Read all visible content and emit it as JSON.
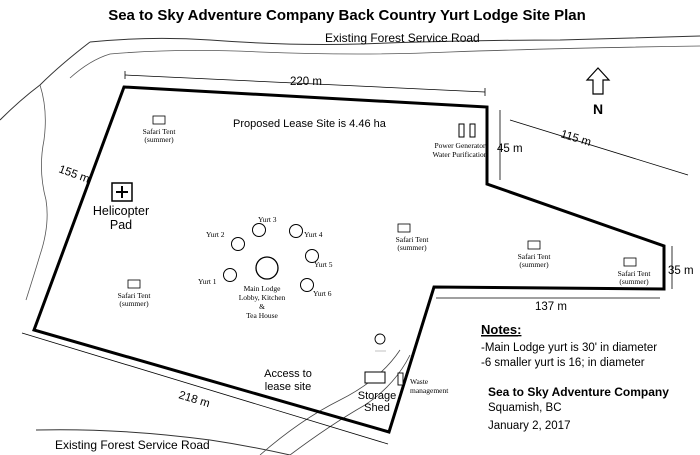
{
  "title": "Sea to Sky Adventure Company Back Country Yurt Lodge Site Plan",
  "roads": {
    "top": "Existing Forest Service Road",
    "bottom": "Existing Forest Service Road"
  },
  "dimensions": {
    "top": "220 m",
    "left": "155 m",
    "bottom_left": "218 m",
    "notch_right": "45 m",
    "notch_top": "115 m",
    "right": "35 m",
    "bottom_right": "137 m"
  },
  "north": "N",
  "lease_text": "Proposed Lease Site is 4.46 ha",
  "helicopter": {
    "line1": "Helicopter",
    "line2": "Pad"
  },
  "tents": [
    {
      "line1": "Safari Tent",
      "line2": "(summer)"
    },
    {
      "line1": "Safari Tent",
      "line2": "(summer)"
    },
    {
      "line1": "Safari Tent",
      "line2": "(summer)"
    },
    {
      "line1": "Safari Tent",
      "line2": "(summer)"
    },
    {
      "line1": "Safari Tent",
      "line2": "(summer)"
    }
  ],
  "power": {
    "line1": "Power Generator",
    "line2": "Water Purification"
  },
  "yurts": [
    "Yurt 1",
    "Yurt 2",
    "Yurt 3",
    "Yurt 4",
    "Yurt 5",
    "Yurt 6"
  ],
  "main_lodge": {
    "line1": "Main Lodge",
    "line2": "Lobby, Kitchen",
    "line3": "&",
    "line4": "Tea House"
  },
  "access": {
    "line1": "Access to",
    "line2": "lease site"
  },
  "storage": {
    "line1": "Storage",
    "line2": "Shed"
  },
  "waste": {
    "line1": "Waste",
    "line2": "management"
  },
  "notes": {
    "heading": "Notes:",
    "line1": "-Main Lodge yurt is 30' in diameter",
    "line2": "-6 smaller yurt is 16; in diameter"
  },
  "company": {
    "name": "Sea to Sky Adventure Company",
    "city": "Squamish, BC",
    "date": "January 2, 2017"
  }
}
